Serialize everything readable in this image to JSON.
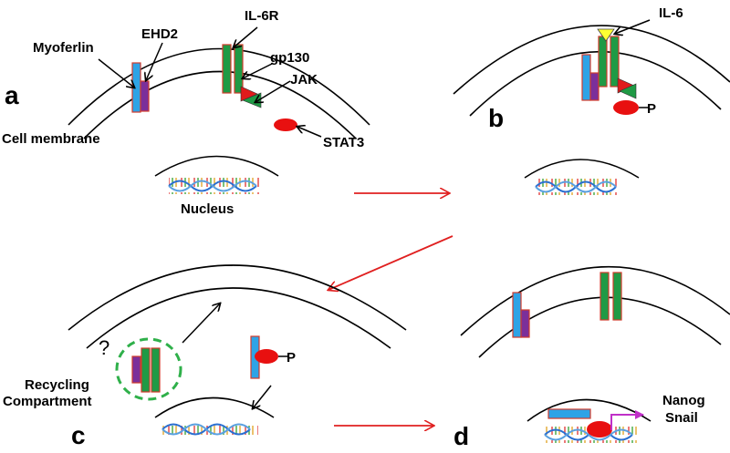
{
  "panels": {
    "a": "a",
    "b": "b",
    "c": "c",
    "d": "d"
  },
  "labels": {
    "myoferlin": "Myoferlin",
    "ehd2": "EHD2",
    "il6r": "IL-6R",
    "gp130": "gp130",
    "jak": "JAK",
    "stat3": "STAT3",
    "cell_membrane": "Cell membrane",
    "nucleus": "Nucleus",
    "il6": "IL-6",
    "phospho_b": "P",
    "phospho_c": "P",
    "question": "?",
    "recycling_line1": "Recycling",
    "recycling_line2": "Compartment",
    "nanog": "Nanog",
    "snail": "Snail"
  },
  "colors": {
    "myoferlin": "#2ea3e6",
    "ehd2": "#7b2f9a",
    "receptor": "#1f9a45",
    "outline": "#d23b2b",
    "jak_red": "#e01b1b",
    "jak_green": "#1f9a45",
    "stat3": "#e81010",
    "il6": "#ffff33",
    "transition_arrow": "#e02020",
    "vesicle": "#2fb04a",
    "transcription_arrow": "#c030c8"
  }
}
